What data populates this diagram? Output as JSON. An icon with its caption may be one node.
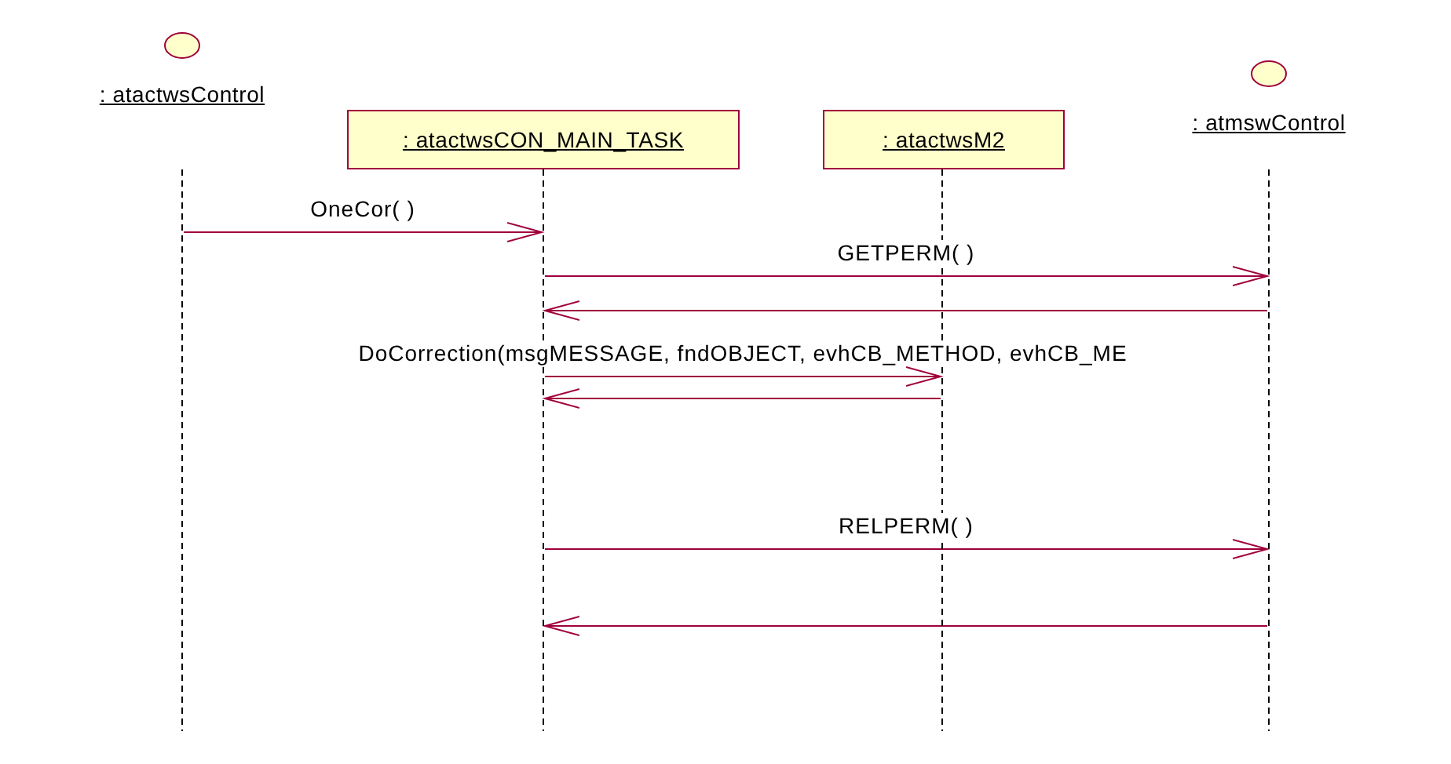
{
  "diagram": {
    "nodes": [
      {
        "text": [
          ": atactwsControl"
        ]
      },
      {
        "text": [
          ": atactwsCON_MAIN_TASK"
        ]
      },
      {
        "text": [
          ": atactwsM2"
        ]
      },
      {
        "text": [
          ": atmswControl"
        ]
      },
      {
        "text": [],
        "shape": "bar"
      },
      {
        "text": [],
        "shape": "bar"
      },
      {
        "text": [],
        "shape": "bar"
      },
      {
        "text": [],
        "shape": "bar"
      }
    ],
    "edges": [
      {
        "from": 4,
        "to": 5,
        "arrow": "to",
        "label": "OneCor( )"
      },
      {
        "from": 5,
        "to": 7,
        "arrow": "to",
        "label": "GETPERM( )"
      },
      {
        "from": 7,
        "to": 5,
        "arrow": "to"
      },
      {
        "from": 5,
        "to": 6,
        "arrow": "to",
        "label": "DoCorrection(msgMESSAGE, fndOBJECT, evhCB_METHOD, evhCB_ME"
      },
      {
        "from": 6,
        "to": 5,
        "arrow": "to"
      },
      {
        "from": 5,
        "to": 7,
        "arrow": "to",
        "label": "RELPERM( )"
      },
      {
        "from": 7,
        "to": 5,
        "arrow": "to"
      }
    ]
  }
}
